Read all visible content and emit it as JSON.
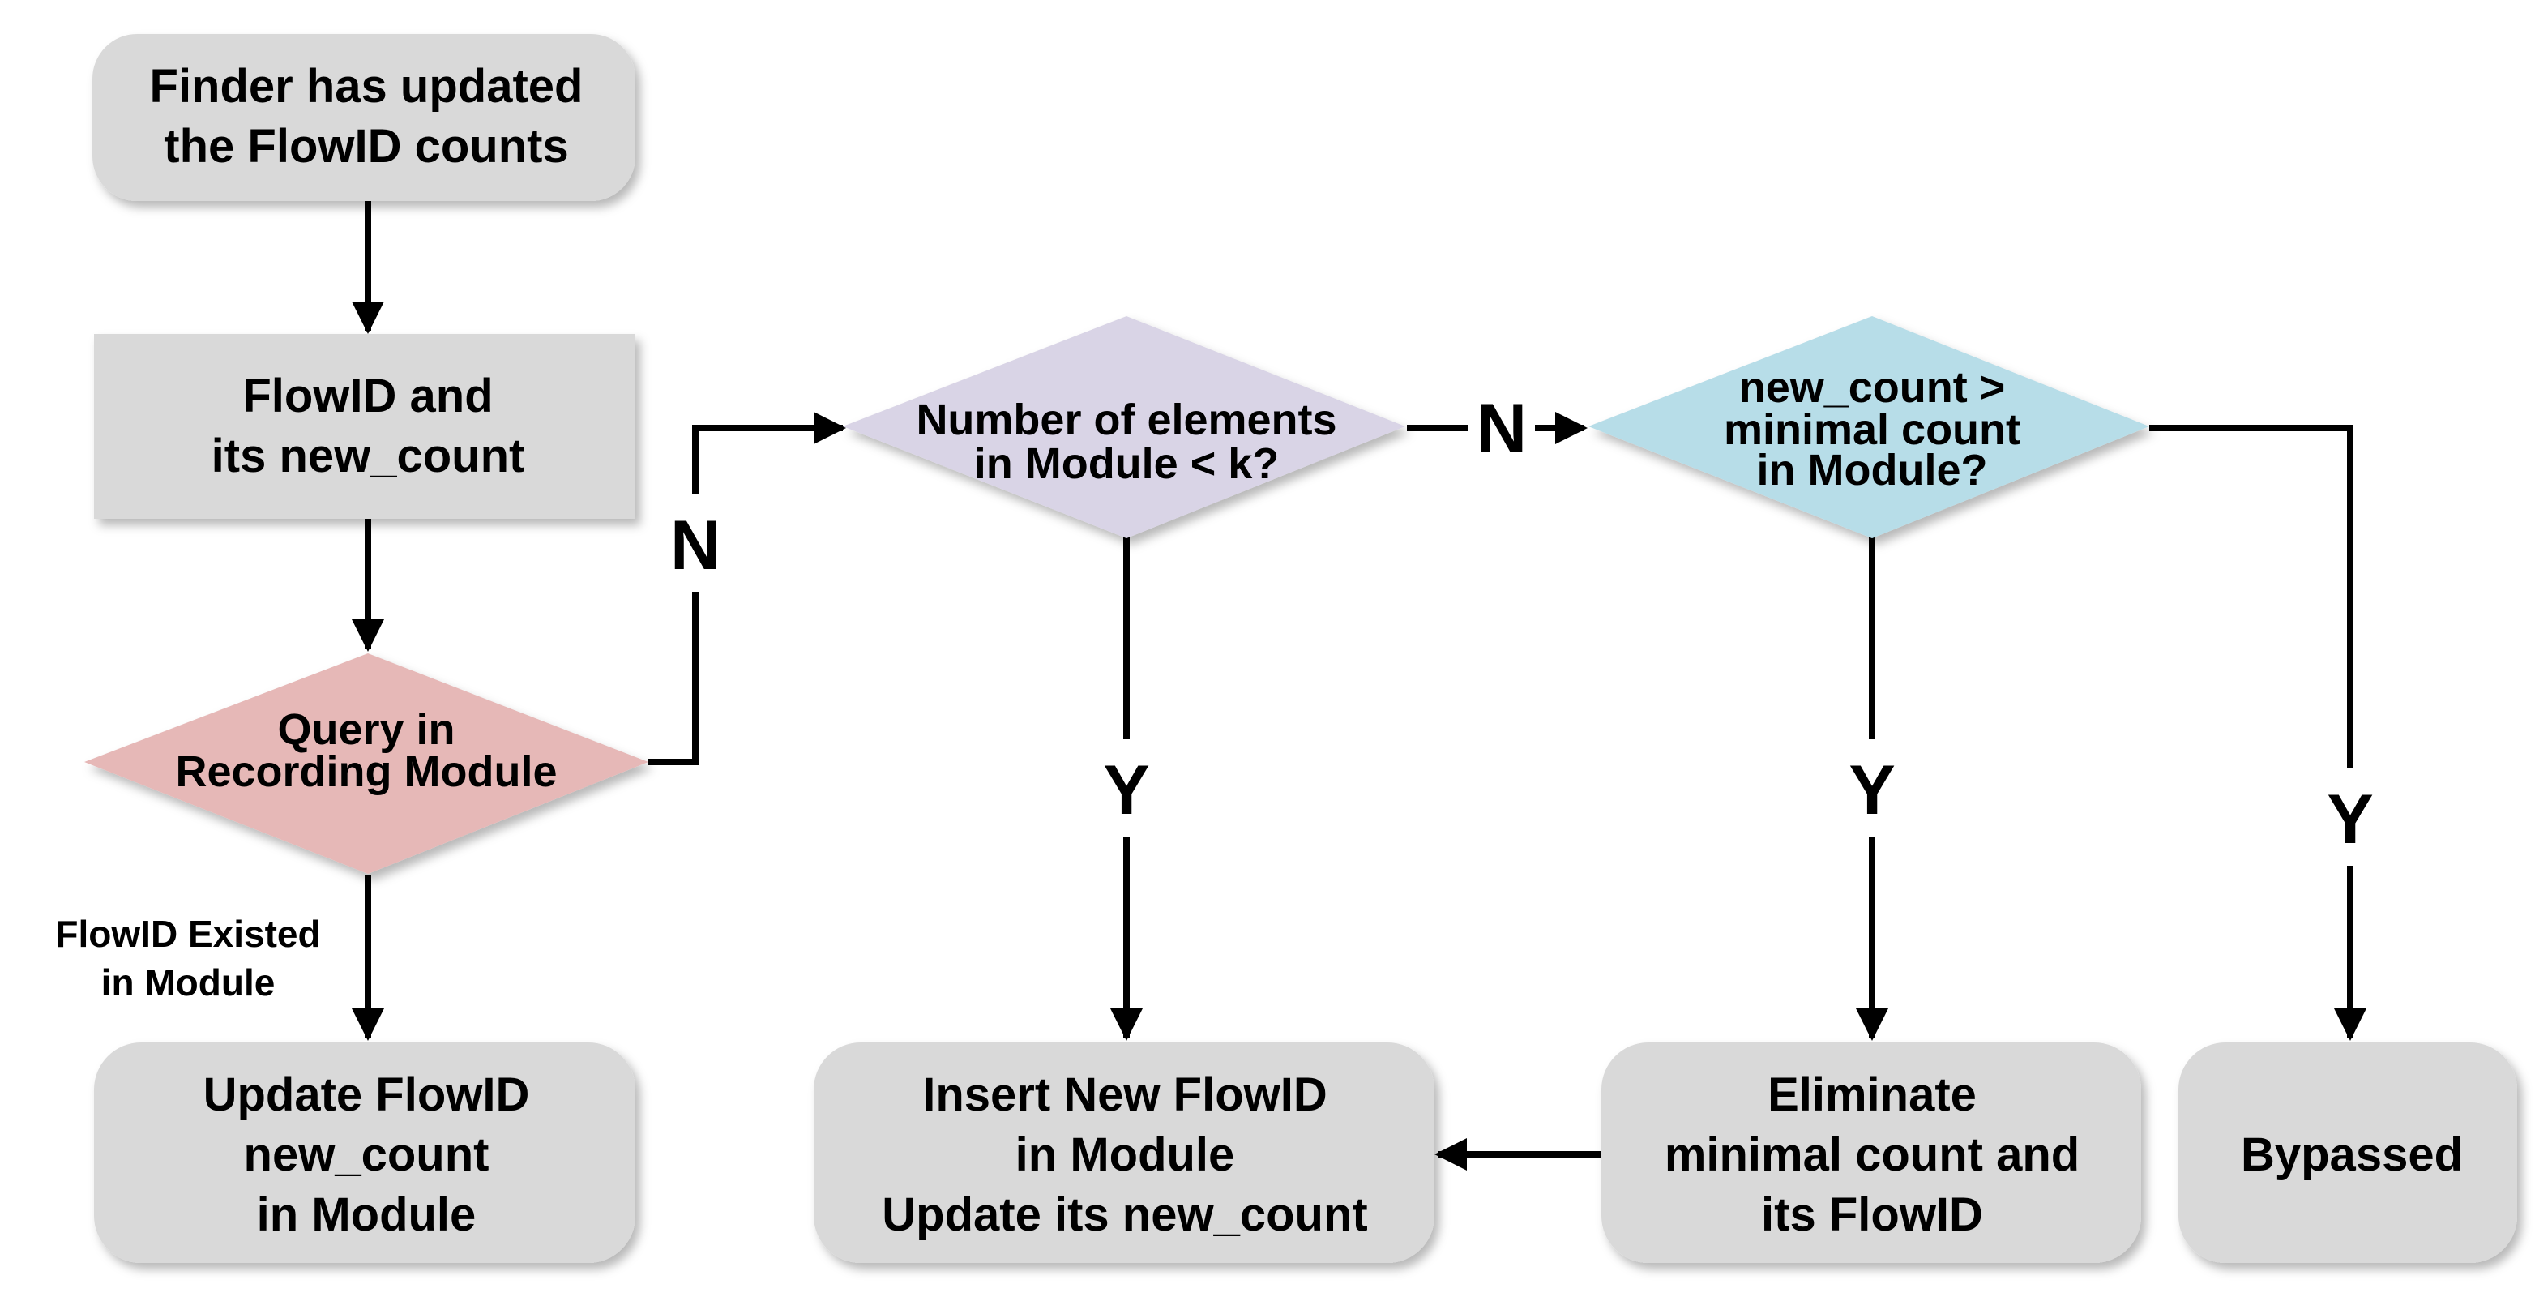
{
  "colors": {
    "box_fill": "#d9d9d9",
    "diamond_query_fill": "#e6b8b7",
    "diamond_number_fill": "#d9d4e6",
    "diamond_count_fill": "#b7dde8",
    "line": "#000000"
  },
  "nodes": {
    "start": [
      "Finder has updated",
      "the FlowID counts"
    ],
    "flowid_new_count": [
      "FlowID and",
      "its new_count"
    ],
    "query": [
      "Query in",
      "Recording Module"
    ],
    "number_check": [
      "Number of elements",
      "in Module < k?"
    ],
    "count_check": [
      "new_count >",
      "minimal count",
      "in Module?"
    ],
    "update": [
      "Update FlowID",
      "new_count",
      "in Module"
    ],
    "insert": [
      "Insert New FlowID",
      "in Module",
      "Update its new_count"
    ],
    "eliminate": [
      "Eliminate",
      "minimal count and",
      "its FlowID"
    ],
    "bypassed": [
      "Bypassed"
    ]
  },
  "edge_labels": {
    "existed": [
      "FlowID Existed",
      "in Module"
    ],
    "query_no": "N",
    "number_no": "N",
    "number_yes": "Y",
    "count_yes": "Y",
    "count_no": "Y"
  }
}
